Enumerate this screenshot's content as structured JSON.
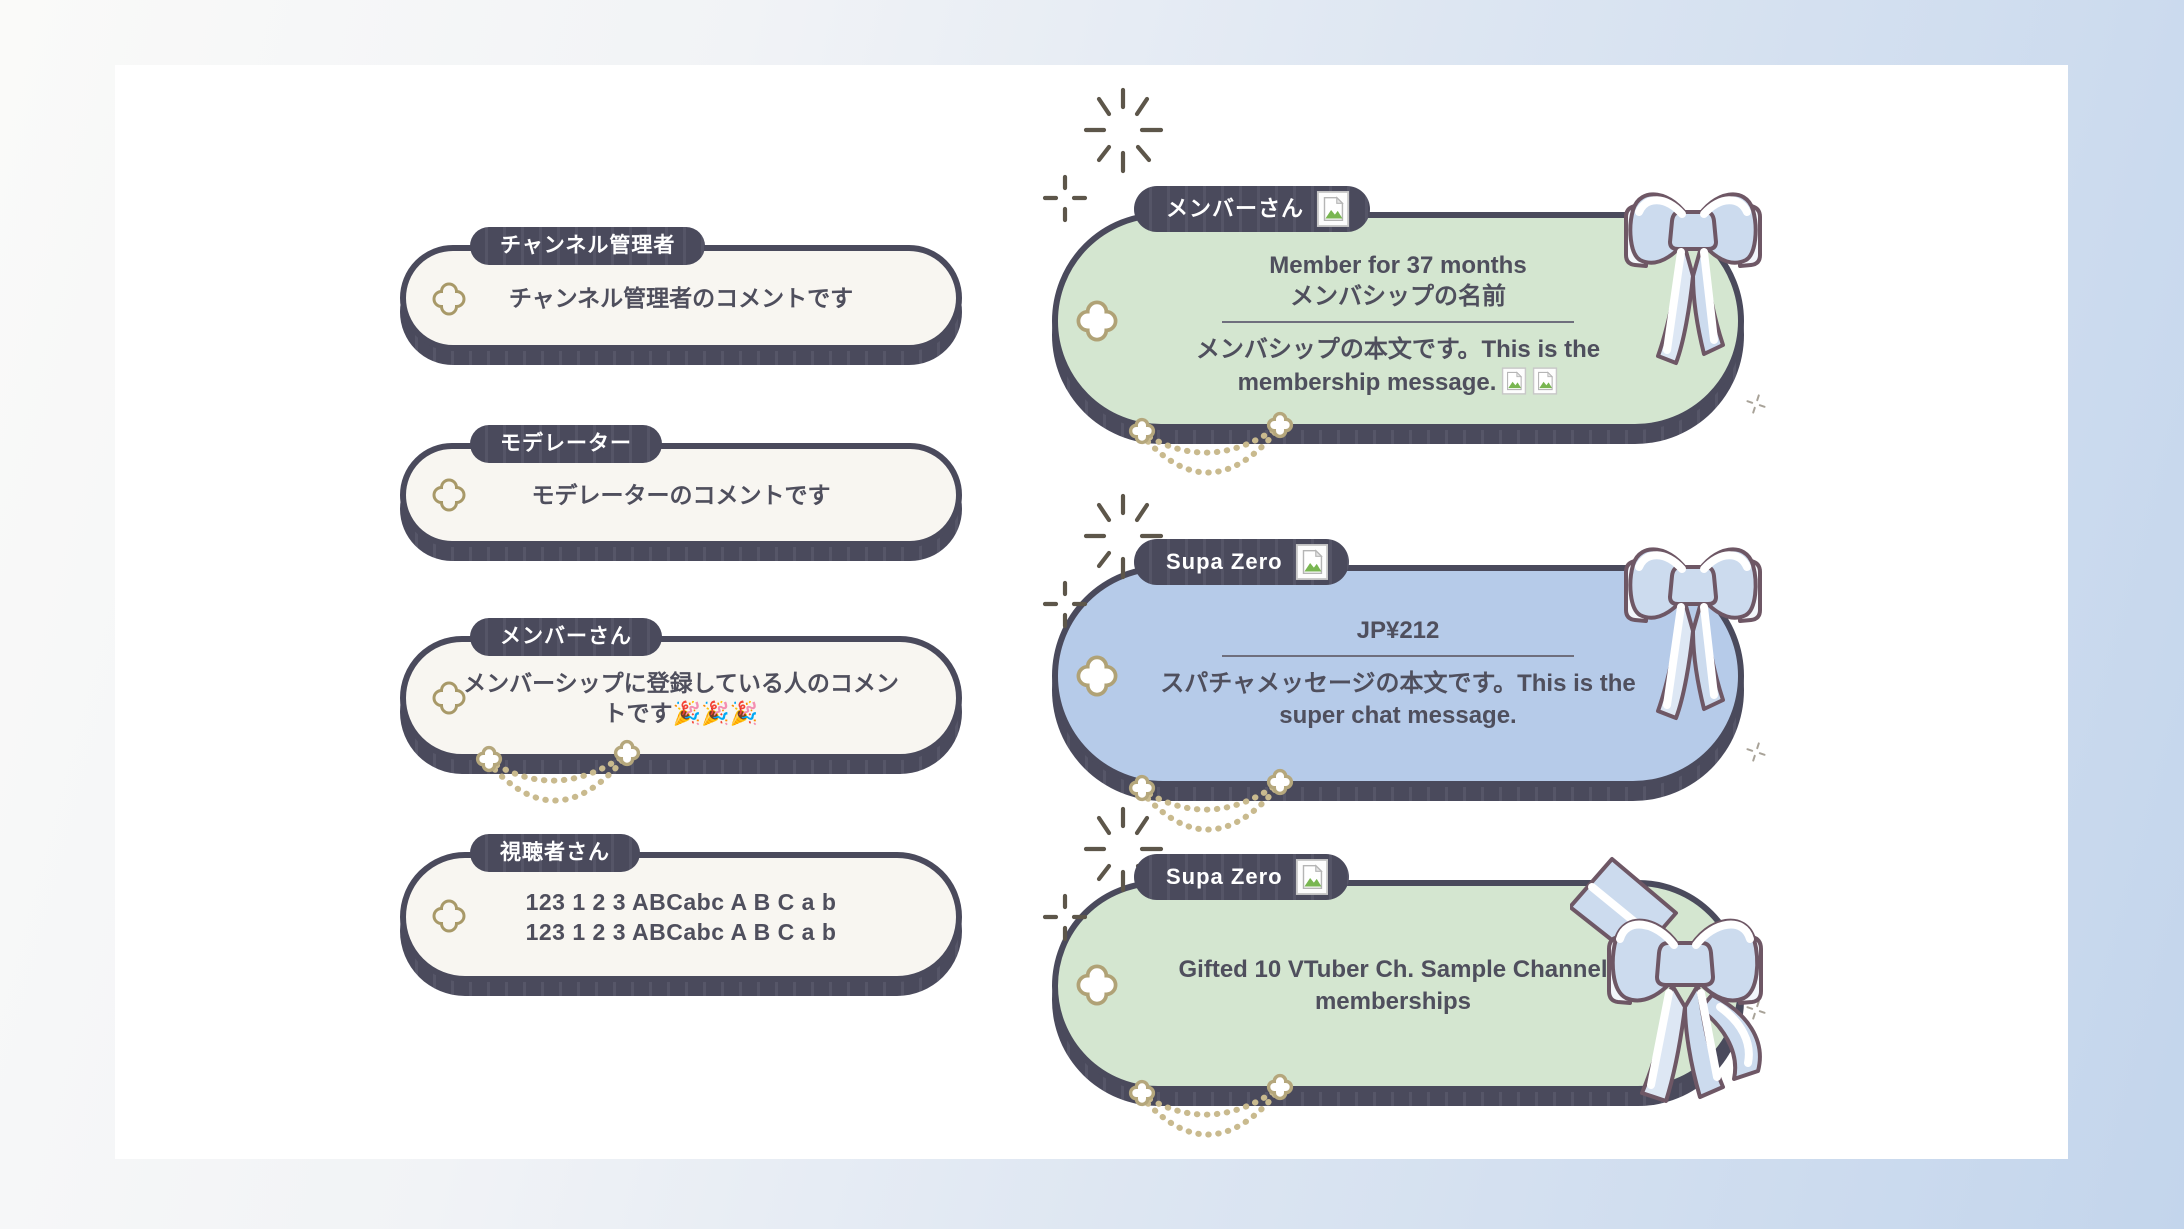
{
  "colors": {
    "background_start": "#fafaf9",
    "background_end": "#c3d5ec",
    "panel": "#ffffff",
    "dark_navy": "#4a4a5c",
    "offwhite_bubble": "#f8f6f1",
    "green_bubble": "#d4e6d0",
    "blue_bubble": "#b6cbe9",
    "gold_accent": "#b0a276",
    "bow_blue": "#ccdbee",
    "text": "#4f4f5d"
  },
  "bubbles": {
    "channel_admin": {
      "badge": "チャンネル管理者",
      "message": "チャンネル管理者のコメントです"
    },
    "moderator": {
      "badge": "モデレーター",
      "message": "モデレーターのコメントです"
    },
    "member": {
      "badge": "メンバーさん",
      "message": "メンバーシップに登録している人のコメントです🎉🎉🎉"
    },
    "viewer": {
      "badge": "視聴者さん",
      "line1": "123 1 2 3 ABCabc A B C a b",
      "line2": "123 1 2 3 ABCabc A B C a b"
    },
    "membership": {
      "badge": "メンバーさん",
      "duration": "Member for 37 months",
      "name": "メンバシップの名前",
      "body": "メンバシップの本文です。This is the membership message."
    },
    "superchat": {
      "badge": "Supa Zero",
      "amount": "JP¥212",
      "body": "スパチャメッセージの本文です。This is the super chat message."
    },
    "gift": {
      "badge": "Supa Zero",
      "body": "Gifted 10 VTuber Ch. Sample Channel memberships"
    }
  }
}
